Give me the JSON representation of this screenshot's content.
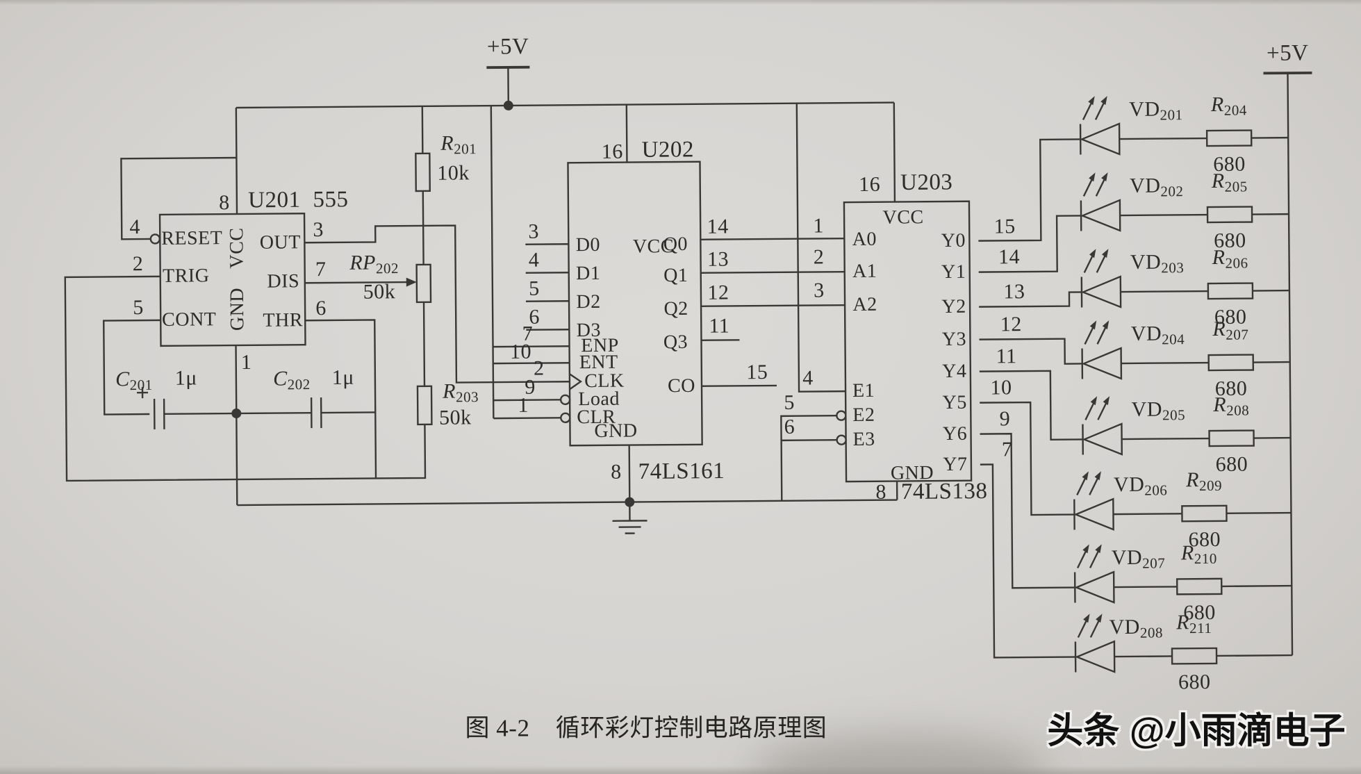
{
  "power": {
    "vcc_left": "+5V",
    "vcc_right": "+5V"
  },
  "u201": {
    "pin8": "8",
    "ref": "U201",
    "part": "555",
    "pin4": "4",
    "pin2": "2",
    "pin5": "5",
    "pin3": "3",
    "pin7": "7",
    "pin6": "6",
    "pin1": "1",
    "reset": "RESET",
    "trig": "TRIG",
    "cont": "CONT",
    "out": "OUT",
    "dis": "DIS",
    "thr": "THR",
    "vcc": "VCC",
    "gnd": "GND"
  },
  "r201": {
    "sym": "R",
    "sub": "201",
    "value": "10k"
  },
  "rp202": {
    "sym": "RP",
    "sub": "202",
    "value": "50k"
  },
  "r203": {
    "sym": "R",
    "sub": "203",
    "value": "50k"
  },
  "c201": {
    "sym": "C",
    "sub": "201",
    "value": "1μ"
  },
  "c202": {
    "sym": "C",
    "sub": "202",
    "value": "1μ"
  },
  "u202": {
    "pin16": "16",
    "ref": "U202",
    "vcc": "VCC",
    "gnd": "GND",
    "bottom_pin": "8",
    "part": "74LS161",
    "left_pins": [
      {
        "num": "3",
        "name": "D0"
      },
      {
        "num": "4",
        "name": "D1"
      },
      {
        "num": "5",
        "name": "D2"
      },
      {
        "num": "6",
        "name": "D3"
      },
      {
        "num": "7",
        "name": "ENP"
      },
      {
        "num": "10",
        "name": "ENT"
      },
      {
        "num": "2",
        "name": "CLK"
      },
      {
        "num": "9",
        "name": "Load"
      },
      {
        "num": "1",
        "name": "CLR"
      }
    ],
    "right_pins": [
      {
        "num": "14",
        "name": "Q0"
      },
      {
        "num": "13",
        "name": "Q1"
      },
      {
        "num": "12",
        "name": "Q2"
      },
      {
        "num": "11",
        "name": "Q3"
      },
      {
        "num": "15",
        "name": "CO"
      }
    ]
  },
  "u203": {
    "pin16": "16",
    "ref": "U203",
    "vcc": "VCC",
    "gnd": "GND",
    "bottom_pin": "8",
    "part": "74LS138",
    "left_pins": [
      {
        "num": "1",
        "name": "A0"
      },
      {
        "num": "2",
        "name": "A1"
      },
      {
        "num": "3",
        "name": "A2"
      },
      {
        "num": "4",
        "name": "E1"
      },
      {
        "num": "5",
        "name": "E2"
      },
      {
        "num": "6",
        "name": "E3"
      }
    ],
    "right_pins": [
      {
        "num": "15",
        "name": "Y0"
      },
      {
        "num": "14",
        "name": "Y1"
      },
      {
        "num": "13",
        "name": "Y2"
      },
      {
        "num": "12",
        "name": "Y3"
      },
      {
        "num": "11",
        "name": "Y4"
      },
      {
        "num": "10",
        "name": "Y5"
      },
      {
        "num": "9",
        "name": "Y6"
      },
      {
        "num": "7",
        "name": "Y7"
      }
    ]
  },
  "led_rows": [
    {
      "led_sym": "VD",
      "led_sub": "201",
      "res_sym": "R",
      "res_sub": "204",
      "res_val": "680"
    },
    {
      "led_sym": "VD",
      "led_sub": "202",
      "res_sym": "R",
      "res_sub": "205",
      "res_val": "680"
    },
    {
      "led_sym": "VD",
      "led_sub": "203",
      "res_sym": "R",
      "res_sub": "206",
      "res_val": "680"
    },
    {
      "led_sym": "VD",
      "led_sub": "204",
      "res_sym": "R",
      "res_sub": "207",
      "res_val": "680"
    },
    {
      "led_sym": "VD",
      "led_sub": "205",
      "res_sym": "R",
      "res_sub": "208",
      "res_val": "680"
    },
    {
      "led_sym": "VD",
      "led_sub": "206",
      "res_sym": "R",
      "res_sub": "209",
      "res_val": "680"
    },
    {
      "led_sym": "VD",
      "led_sub": "207",
      "res_sym": "R",
      "res_sub": "210",
      "res_val": "680"
    },
    {
      "led_sym": "VD",
      "led_sub": "208",
      "res_sym": "R",
      "res_sub": "211",
      "res_val": "680"
    }
  ],
  "caption": {
    "fig": "图 4-2",
    "title": "循环彩灯控制电路原理图"
  },
  "watermark": "头条 @小雨滴电子"
}
